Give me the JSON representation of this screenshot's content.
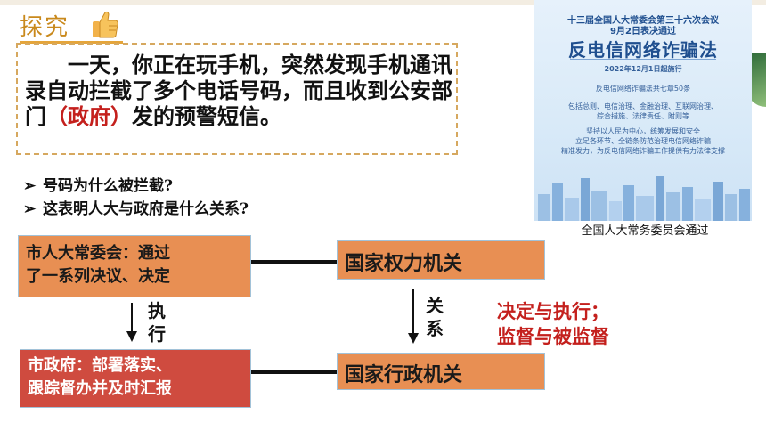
{
  "header": {
    "tag": "探究"
  },
  "story": {
    "part1": "一天，你正在玩手机，突然发现手机通讯录自动拦截了多个电话号码，而且收到公安部门",
    "highlight": "（政府）",
    "part2": "发的预警短信。"
  },
  "questions": [
    {
      "bullet": "➢",
      "text": "号码为什么被拦截?"
    },
    {
      "bullet": "➢",
      "text": "这表明人大与政府是什么关系?"
    }
  ],
  "poster": {
    "line1": "十三届全国人大常委会第三十六次会议",
    "line2": "9月2日表决通过",
    "title": "反电信网络诈骗法",
    "date": "2022年12月1日起施行",
    "summary": "反电信网络诈骗法共七章50条",
    "chapters1": "包括总则、电信治理、金融治理、互联网治理、",
    "chapters2": "综合措施、法律责任、附则等",
    "slogan1": "坚持以人民为中心，统筹发展和安全",
    "slogan2": "立足各环节、全链条防范治理电信网络诈骗",
    "slogan3": "精准发力，为反电信网络诈骗工作提供有力法律支撑",
    "caption": "全国人大常务委员会通过"
  },
  "diagram": {
    "npc_box": {
      "line1": "市人大常委会：通过",
      "line2": "了一系列决议、决定"
    },
    "power_box": "国家权力机关",
    "gov_box": {
      "line1": "市政府：部署落实、",
      "line2": "跟踪督办并及时汇报"
    },
    "admin_box": "国家行政机关",
    "exec_label": {
      "c1": "执",
      "c2": "行"
    },
    "relation_label": {
      "c1": "关",
      "c2": "系"
    },
    "relation_text": {
      "line1": "决定与执行；",
      "line2": "监督与被监督"
    }
  },
  "colors": {
    "accent_orange": "#e88f53",
    "box_red": "#cf4b3f",
    "highlight_red": "#c4201d",
    "title_gold": "#c9891c"
  },
  "icons": {
    "thumb": "thumbs-up-icon"
  }
}
